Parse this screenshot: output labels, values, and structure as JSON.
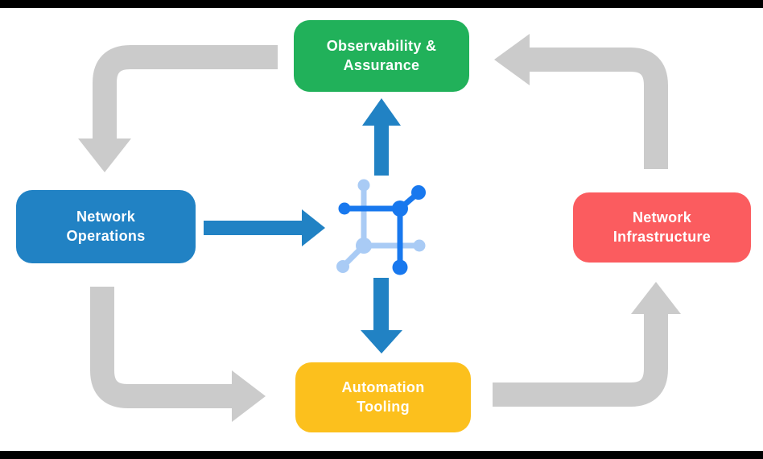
{
  "diagram": {
    "background": "#ffffff",
    "colors": {
      "green": "#21b15a",
      "blue": "#2182c4",
      "red": "#fb5c5f",
      "yellow": "#fcc01d",
      "gray_arrow": "#cbcbcb",
      "blue_arrow": "#2182c4",
      "icon_dark": "#1878ee",
      "icon_light": "#a9cbf5",
      "text": "#ffffff",
      "edge_bar": "#000000"
    },
    "nodes": [
      {
        "id": "observability-assurance",
        "line1": "Observability &",
        "line2": "Assurance",
        "color": "#21b15a"
      },
      {
        "id": "network-operations",
        "line1": "Network",
        "line2": "Operations",
        "color": "#2182c4"
      },
      {
        "id": "network-infrastructure",
        "line1": "Network",
        "line2": "Infrastructure",
        "color": "#fb5c5f"
      },
      {
        "id": "automation-tooling",
        "line1": "Automation",
        "line2": "Tooling",
        "color": "#fcc01d"
      }
    ],
    "center_icon": {
      "name": "network-automation-icon",
      "dark": "#1878ee",
      "light": "#a9cbf5"
    },
    "connections": [
      {
        "from": "observability-assurance",
        "to": "network-operations",
        "style": "gray-elbow"
      },
      {
        "from": "network-operations",
        "to": "automation-tooling",
        "style": "gray-elbow"
      },
      {
        "from": "automation-tooling",
        "to": "network-infrastructure",
        "style": "gray-elbow"
      },
      {
        "from": "network-infrastructure",
        "to": "observability-assurance",
        "style": "gray-elbow"
      },
      {
        "from": "network-operations",
        "to": "center-icon",
        "style": "blue-straight"
      },
      {
        "from": "center-icon",
        "to": "observability-assurance",
        "style": "blue-straight"
      },
      {
        "from": "center-icon",
        "to": "automation-tooling",
        "style": "blue-straight"
      }
    ]
  }
}
